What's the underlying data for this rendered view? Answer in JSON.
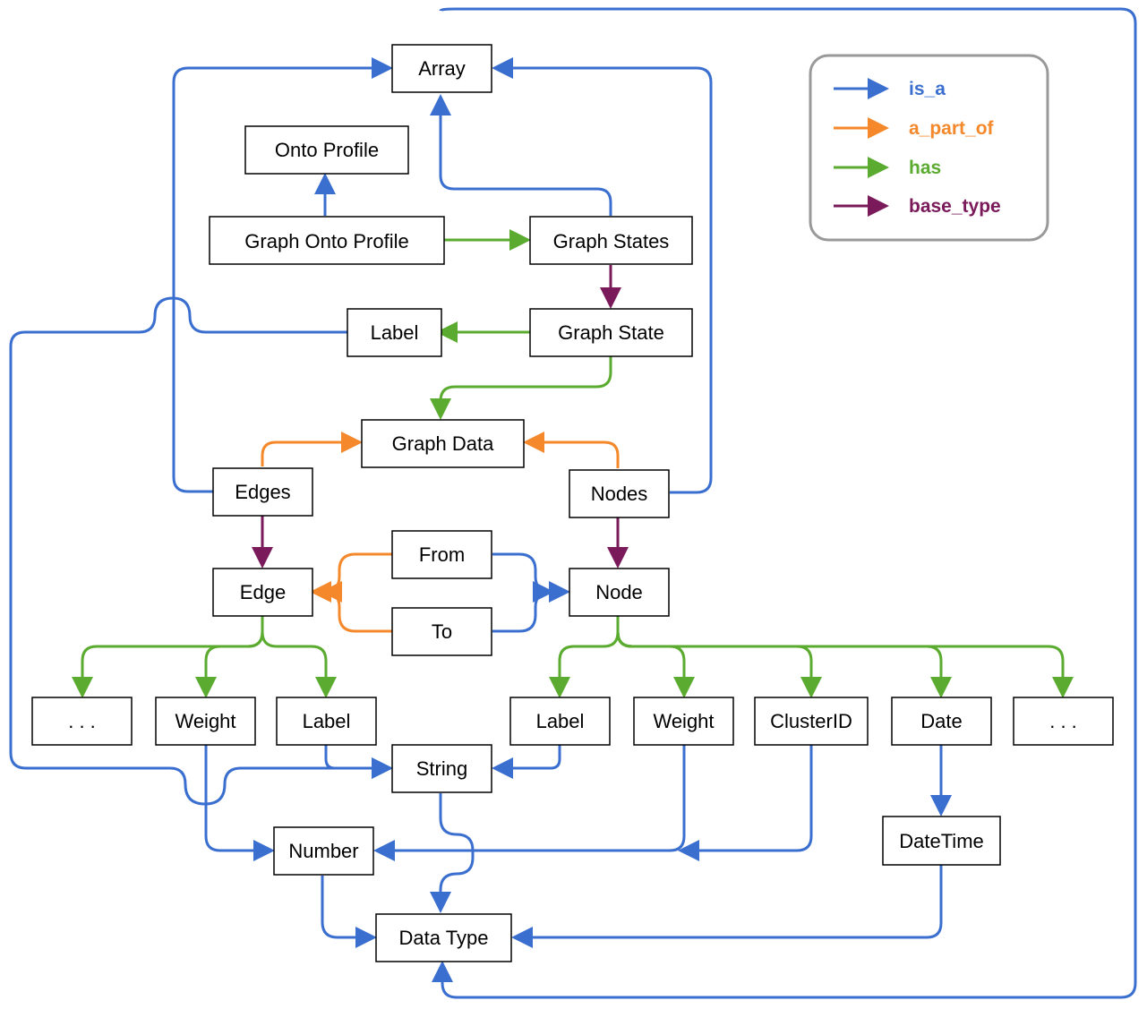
{
  "colors": {
    "is_a": "#3a6fd0",
    "a_part_of": "#f5882b",
    "has": "#5aab2f",
    "base_type": "#7a1a5a"
  },
  "legend": [
    {
      "id": "is_a",
      "label": "is_a"
    },
    {
      "id": "a_part_of",
      "label": "a_part_of"
    },
    {
      "id": "has",
      "label": "has"
    },
    {
      "id": "base_type",
      "label": "base_type"
    }
  ],
  "nodes": {
    "array": "Array",
    "onto_profile": "Onto Profile",
    "graph_onto_profile": "Graph Onto Profile",
    "graph_states": "Graph States",
    "label_state": "Label",
    "graph_state": "Graph State",
    "graph_data": "Graph Data",
    "edges": "Edges",
    "nodes": "Nodes",
    "from": "From",
    "to": "To",
    "edge": "Edge",
    "node": "Node",
    "edge_more": ". . .",
    "edge_weight": "Weight",
    "edge_label": "Label",
    "node_label": "Label",
    "node_weight": "Weight",
    "cluster_id": "ClusterID",
    "date": "Date",
    "node_more": ". . .",
    "string": "String",
    "number": "Number",
    "datetime": "DateTime",
    "data_type": "Data Type"
  },
  "relations": [
    {
      "from": "graph_onto_profile",
      "to": "onto_profile",
      "type": "is_a"
    },
    {
      "from": "graph_onto_profile",
      "to": "graph_states",
      "type": "has"
    },
    {
      "from": "graph_states",
      "to": "array",
      "type": "is_a"
    },
    {
      "from": "graph_states",
      "to": "graph_state",
      "type": "base_type"
    },
    {
      "from": "graph_state",
      "to": "label_state",
      "type": "has"
    },
    {
      "from": "graph_state",
      "to": "graph_data",
      "type": "has"
    },
    {
      "from": "label_state",
      "to": "string",
      "type": "is_a"
    },
    {
      "from": "edges",
      "to": "array",
      "type": "is_a"
    },
    {
      "from": "nodes",
      "to": "array",
      "type": "is_a"
    },
    {
      "from": "edges",
      "to": "graph_data",
      "type": "a_part_of"
    },
    {
      "from": "nodes",
      "to": "graph_data",
      "type": "a_part_of"
    },
    {
      "from": "edges",
      "to": "edge",
      "type": "base_type"
    },
    {
      "from": "nodes",
      "to": "node",
      "type": "base_type"
    },
    {
      "from": "from",
      "to": "edge",
      "type": "a_part_of"
    },
    {
      "from": "to",
      "to": "edge",
      "type": "a_part_of"
    },
    {
      "from": "from",
      "to": "node",
      "type": "is_a"
    },
    {
      "from": "to",
      "to": "node",
      "type": "is_a"
    },
    {
      "from": "edge",
      "to": "edge_more",
      "type": "has"
    },
    {
      "from": "edge",
      "to": "edge_weight",
      "type": "has"
    },
    {
      "from": "edge",
      "to": "edge_label",
      "type": "has"
    },
    {
      "from": "node",
      "to": "node_label",
      "type": "has"
    },
    {
      "from": "node",
      "to": "node_weight",
      "type": "has"
    },
    {
      "from": "node",
      "to": "cluster_id",
      "type": "has"
    },
    {
      "from": "node",
      "to": "date",
      "type": "has"
    },
    {
      "from": "node",
      "to": "node_more",
      "type": "has"
    },
    {
      "from": "edge_label",
      "to": "string",
      "type": "is_a"
    },
    {
      "from": "node_label",
      "to": "string",
      "type": "is_a"
    },
    {
      "from": "edge_weight",
      "to": "number",
      "type": "is_a"
    },
    {
      "from": "node_weight",
      "to": "number",
      "type": "is_a"
    },
    {
      "from": "cluster_id",
      "to": "number",
      "type": "is_a"
    },
    {
      "from": "date",
      "to": "datetime",
      "type": "is_a"
    },
    {
      "from": "string",
      "to": "data_type",
      "type": "is_a"
    },
    {
      "from": "number",
      "to": "data_type",
      "type": "is_a"
    },
    {
      "from": "datetime",
      "to": "data_type",
      "type": "is_a"
    },
    {
      "from": "array",
      "to": "data_type",
      "type": "is_a"
    }
  ]
}
